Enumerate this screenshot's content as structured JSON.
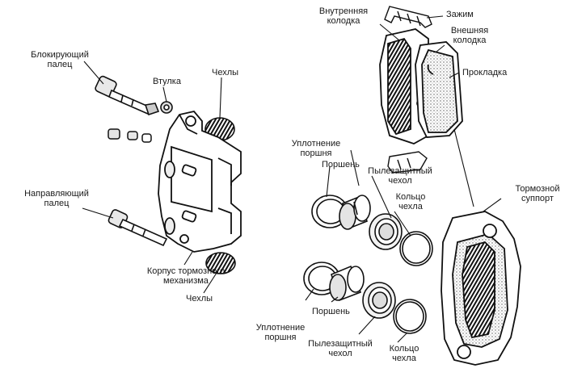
{
  "diagram": {
    "labels": {
      "locking_pin": [
        "Блокирующий",
        "палец"
      ],
      "bushing": "Втулка",
      "boots_top": "Чехлы",
      "guide_pin": [
        "Направляющий",
        "палец"
      ],
      "caliper_body": [
        "Корпус тормозного",
        "механизма"
      ],
      "boots_bottom": "Чехлы",
      "inner_pad": [
        "Внутренняя",
        "колодка"
      ],
      "clip": "Зажим",
      "outer_pad": [
        "Внешняя",
        "колодка"
      ],
      "shim": "Прокладка",
      "piston_seal_top": [
        "Уплотнение",
        "поршня"
      ],
      "piston_top": "Поршень",
      "dust_boot_top": [
        "Пылезащитный",
        "чехол"
      ],
      "boot_ring_top": [
        "Кольцо",
        "чехла"
      ],
      "caliper_bracket": [
        "Тормозной",
        "суппорт"
      ],
      "piston_seal_bottom": [
        "Уплотнение",
        "поршня"
      ],
      "piston_bottom": "Поршень",
      "dust_boot_bottom": [
        "Пылезащитный",
        "чехол"
      ],
      "boot_ring_bottom": [
        "Кольцо",
        "чехла"
      ]
    }
  }
}
